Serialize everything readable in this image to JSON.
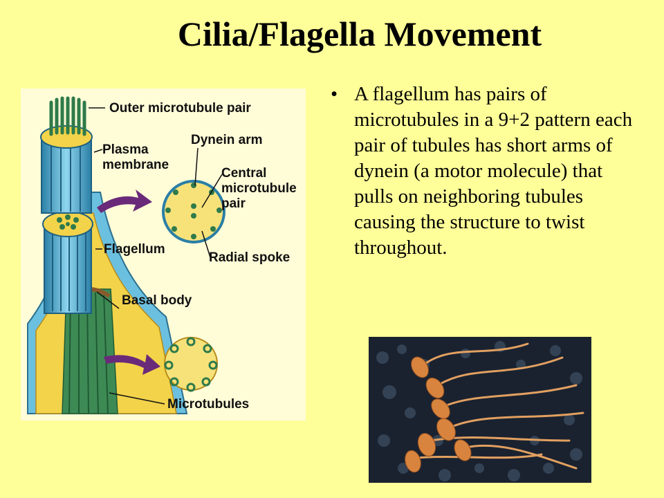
{
  "slide": {
    "title": "Cilia/Flagella Movement",
    "bullet_symbol": "•",
    "bullet_text": "A flagellum has pairs of microtubules in a 9+2 pattern each pair of tubules has short arms of dynein (a motor molecule) that pulls on neighboring tubules causing the structure to twist throughout."
  },
  "diagram": {
    "labels": {
      "outer_pair": "Outer microtubule pair",
      "plasma_1": "Plasma",
      "plasma_2": "membrane",
      "dynein": "Dynein arm",
      "central_1": "Central",
      "central_2": "microtubule",
      "central_3": "pair",
      "flagellum": "Flagellum",
      "radial": "Radial spoke",
      "basal": "Basal body",
      "microtubules": "Microtubules"
    }
  },
  "photo": {
    "subject": "sperm cells micrograph"
  },
  "colors": {
    "background": "#ffff99",
    "membrane_blue": "#55b5d8",
    "tubule_green": "#2f7a4a",
    "cytoplasm_yellow": "#f2d34a",
    "arrow_purple": "#6a2a7a",
    "sperm_orange": "#e0904a"
  }
}
